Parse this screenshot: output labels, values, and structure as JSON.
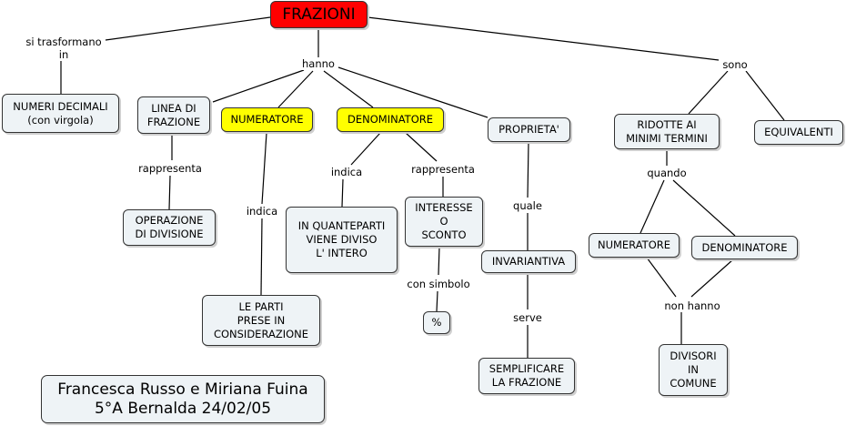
{
  "nodes": {
    "frazioni": "FRAZIONI",
    "numeri_decimali": "NUMERI DECIMALI\n(con virgola)",
    "linea_di_frazione": "LINEA DI\nFRAZIONE",
    "numeratore": "NUMERATORE",
    "denominatore": "DENOMINATORE",
    "proprieta": "PROPRIETA'",
    "ridotte": "RIDOTTE AI\nMINIMI TERMINI",
    "equivalenti": "EQUIVALENTI",
    "operazione": "OPERAZIONE\nDI DIVISIONE",
    "in_quanteparti": "IN QUANTEPARTI\nVIENE DIVISO\nL' INTERO",
    "interesse": "INTERESSE\nO\nSCONTO",
    "invariantiva": "INVARIANTIVA",
    "numeratore2": "NUMERATORE",
    "denominatore2": "DENOMINATORE",
    "le_parti": "LE PARTI\nPRESE IN\nCONSIDERAZIONE",
    "percento": "%",
    "semplificare": "SEMPLIFICARE\nLA FRAZIONE",
    "divisori": "DIVISORI\nIN\nCOMUNE",
    "credit": "Francesca Russo e Miriana Fuina\n5°A Bernalda 24/02/05"
  },
  "links": {
    "si_trasformano": "si trasformano\nin",
    "hanno": "hanno",
    "sono": "sono",
    "rappresenta1": "rappresenta",
    "indica1": "indica",
    "indica2": "indica",
    "rappresenta2": "rappresenta",
    "quale": "quale",
    "quando": "quando",
    "con_simbolo": "con simbolo",
    "serve": "serve",
    "non_hanno": "non hanno"
  }
}
